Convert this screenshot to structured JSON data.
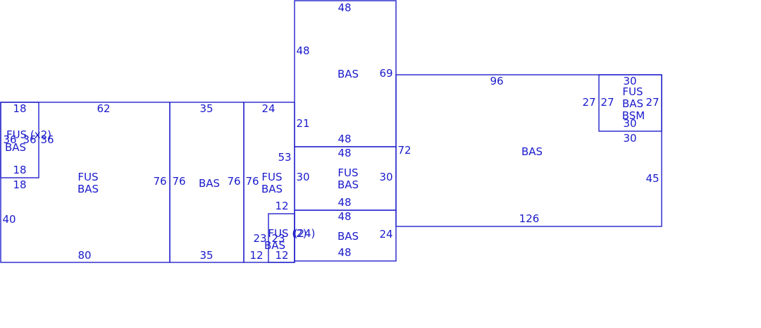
{
  "colors": {
    "line": "#2222cc",
    "text": "#1a1acc",
    "background": "#ffffff"
  },
  "dims": {
    "a_top": "18",
    "a_left": "36",
    "a_right": "36",
    "a_bot": "18",
    "b_top": "62",
    "b_left_upper": "18",
    "b_left_lower": "40",
    "b_right": "76",
    "b_bot": "80",
    "c_top": "35",
    "c_left": "76",
    "c_right": "76",
    "c_bot": "35",
    "d_top": "24",
    "d_left": "76",
    "d_right": "53",
    "d_bot": "12",
    "d_mid": "12",
    "e_top": "12",
    "e_left": "23",
    "e_right": "23",
    "e_bot": "12",
    "e_num": "(24)",
    "f_top": "48",
    "f_left_upper": "48",
    "f_left_lower": "21",
    "f_right": "69",
    "f_bot": "48",
    "g_top": "48",
    "g_left": "30",
    "g_right": "30",
    "g_bot": "48",
    "h_top": "48",
    "h_right": "24",
    "h_bot": "48",
    "i_top": "96",
    "i_left": "72",
    "i_right": "45",
    "i_bot": "126",
    "i_notch": "30",
    "j_top": "30",
    "j_left": "27",
    "j_left_inner": "27",
    "j_right": "27",
    "j_bot": "30"
  },
  "areas": {
    "a_line1": "FUS (x2)",
    "a_line2": "BAS",
    "b_line1": "FUS",
    "b_line2": "BAS",
    "c_line1": "BAS",
    "d_line1": "FUS",
    "d_line2": "BAS",
    "e_line1": "FUS (2)",
    "e_line2": "BAS",
    "f_line1": "BAS",
    "g_line1": "FUS",
    "g_line2": "BAS",
    "h_line1": "BAS",
    "i_line1": "BAS",
    "j_line1": "FUS",
    "j_line2": "BAS",
    "j_line3": "BSM"
  }
}
